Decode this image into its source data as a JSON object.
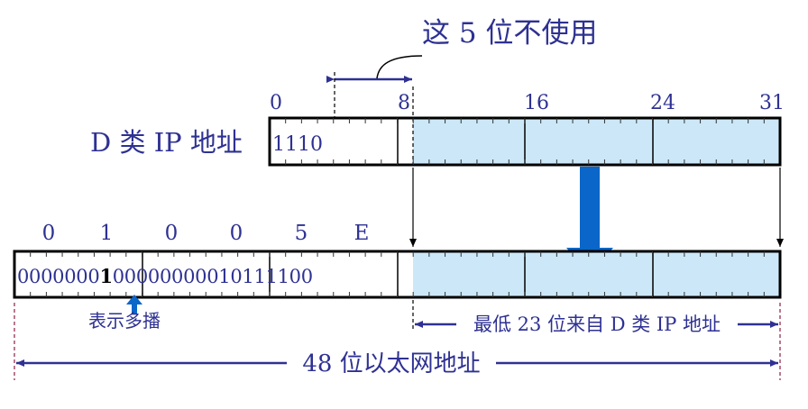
{
  "colors": {
    "ink": "#2e3192",
    "box_border": "#000000",
    "highlight_fill": "#cce8f8",
    "arrow_blue": "#0a66c8",
    "tick": "#333333"
  },
  "unused_bits_note": "这 5 位不使用",
  "d_class": {
    "label": "D 类 IP 地址",
    "prefix_bits": "1110",
    "bit_positions": [
      "0",
      "8",
      "16",
      "24",
      "31"
    ]
  },
  "mac": {
    "hex_digits": [
      "0",
      "1",
      "0",
      "0",
      "5",
      "E"
    ],
    "bit_groups": [
      "0000000",
      "1",
      "00000000",
      "01011110",
      "0"
    ],
    "multicast_bit_note": "表示多播",
    "lower_bits_note": "最低 23 位来自 D 类 IP 地址",
    "total_bits_note": "48 位以太网地址"
  }
}
